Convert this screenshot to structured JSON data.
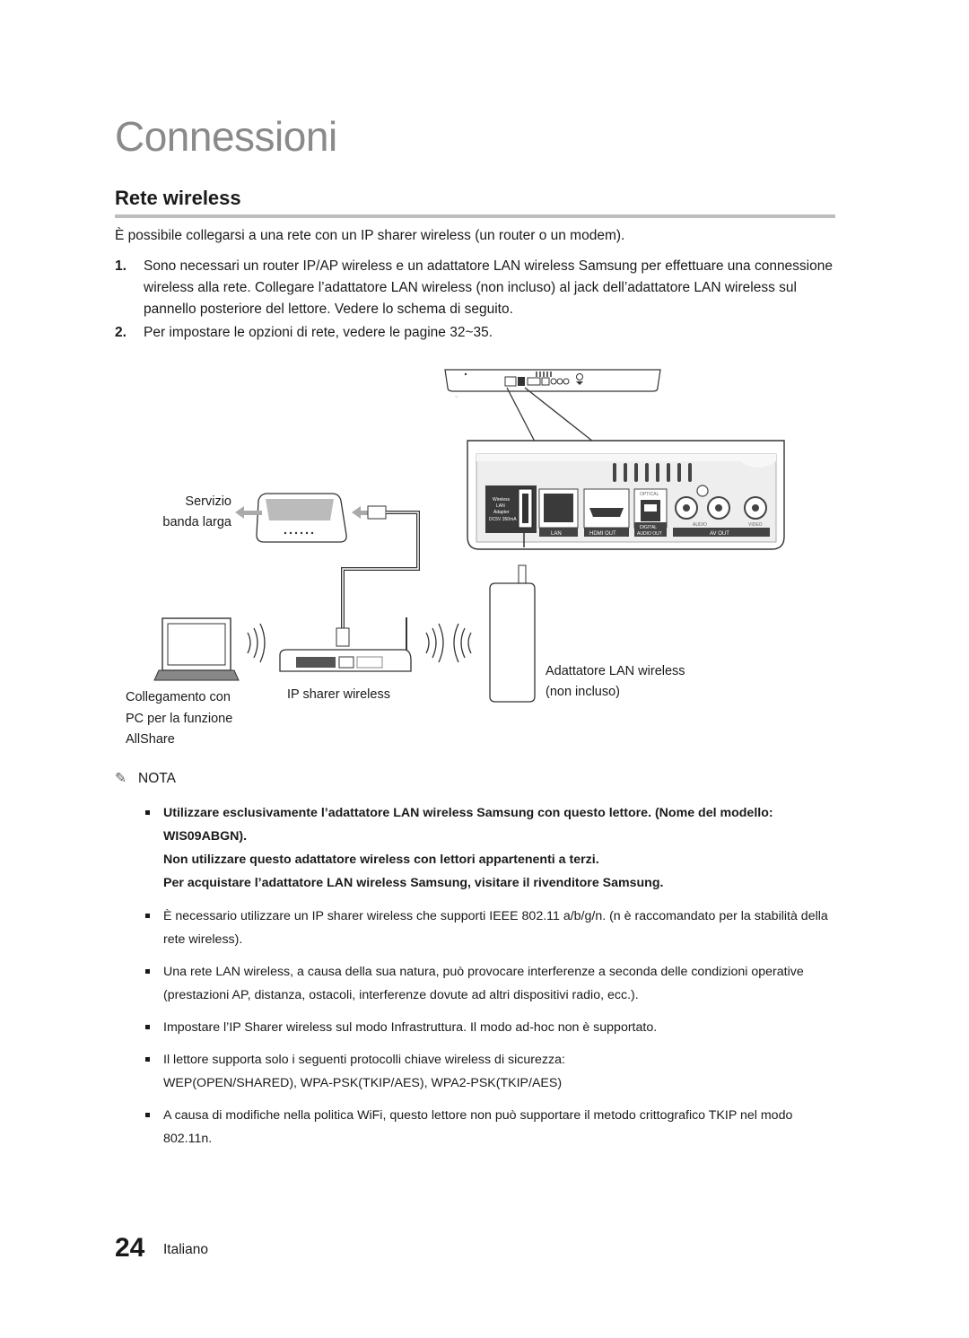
{
  "chapter_title": "Connessioni",
  "section_title": "Rete wireless",
  "intro": "È possibile collegarsi a una rete con un IP sharer wireless (un router o un modem).",
  "steps": [
    {
      "num": "1.",
      "text": "Sono necessari un router IP/AP wireless e un adattatore LAN wireless Samsung per effettuare una connessione wireless alla rete. Collegare l’adattatore LAN wireless (non incluso) al jack dell’adattatore LAN wireless sul pannello posteriore del lettore. Vedere lo schema di seguito."
    },
    {
      "num": "2.",
      "text": "Per impostare le opzioni di rete, vedere le pagine 32~35."
    }
  ],
  "diagram": {
    "broadband_line1": "Servizio",
    "broadband_line2": "banda larga",
    "pc_line1": "Collegamento con",
    "pc_line2": "PC per la funzione",
    "pc_line3": "AllShare",
    "sharer_label": "IP sharer wireless",
    "adapter_line1": "Adattatore LAN wireless",
    "adapter_line2": "(non incluso)",
    "panel": {
      "wireless_lan_1": "Wireless",
      "wireless_lan_2": "LAN",
      "wireless_lan_3": "Adapter",
      "wireless_lan_4": "DC5V 350mA",
      "lan": "LAN",
      "hdmi_out": "HDMI OUT",
      "optical": "OPTICAL",
      "digital_audio_out_1": "DIGITAL",
      "digital_audio_out_2": "AUDIO OUT",
      "audio": "AUDIO",
      "video": "VIDEO",
      "av_out": "AV OUT"
    }
  },
  "note_title": "NOTA",
  "notes": [
    {
      "bold": true,
      "lines": [
        "Utilizzare esclusivamente l’adattatore LAN wireless Samsung con questo lettore. (Nome del modello: WIS09ABGN).",
        "Non utilizzare questo adattatore wireless con lettori appartenenti a terzi.",
        "Per acquistare l’adattatore LAN wireless Samsung, visitare il rivenditore Samsung."
      ]
    },
    {
      "bold": false,
      "lines": [
        "È necessario utilizzare un IP sharer wireless che supporti IEEE 802.11 a/b/g/n. (n è raccomandato per la stabilità della rete wireless)."
      ]
    },
    {
      "bold": false,
      "lines": [
        "Una rete LAN wireless, a causa della sua natura, può provocare interferenze a seconda delle condizioni operative (prestazioni AP, distanza, ostacoli, interferenze dovute ad altri dispositivi radio, ecc.)."
      ]
    },
    {
      "bold": false,
      "lines": [
        "Impostare l’IP Sharer wireless sul modo Infrastruttura. Il modo ad-hoc non è supportato."
      ]
    },
    {
      "bold": false,
      "lines": [
        "Il lettore supporta solo i seguenti protocolli chiave wireless di sicurezza:",
        "WEP(OPEN/SHARED), WPA-PSK(TKIP/AES), WPA2-PSK(TKIP/AES)"
      ]
    },
    {
      "bold": false,
      "lines": [
        "A causa di modifiche nella politica WiFi, questo lettore non può supportare il metodo crittografico TKIP nel modo 802.11n."
      ]
    }
  ],
  "page_number": "24",
  "language": "Italiano"
}
